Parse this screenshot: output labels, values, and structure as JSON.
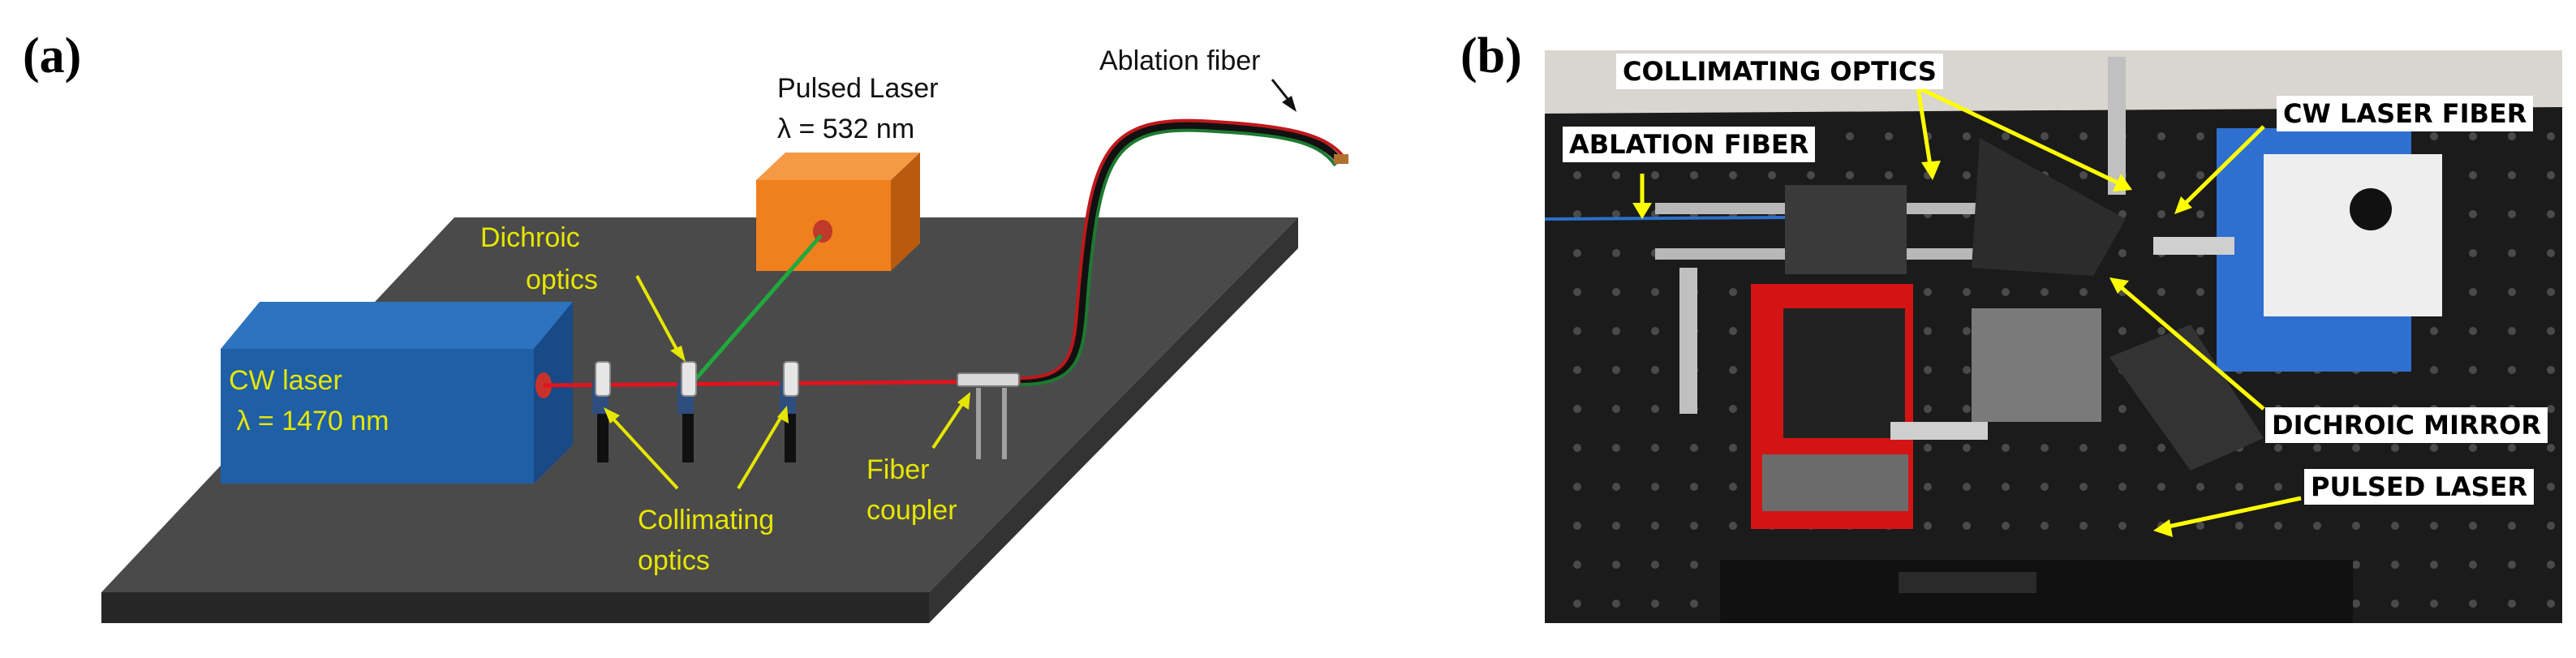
{
  "panel_a": {
    "label": "(a)",
    "labels": {
      "pulsed_laser": "Pulsed Laser",
      "pulsed_wavelength": "λ = 532 nm",
      "ablation_fiber": "Ablation fiber",
      "dichroic_1": "Dichroic",
      "dichroic_2": "optics",
      "cw_laser": "CW laser",
      "cw_wavelength": " λ = 1470 nm",
      "collimating_1": "Collimating",
      "collimating_2": "optics",
      "fiber_1": "Fiber",
      "fiber_2": "coupler"
    },
    "colors": {
      "table_top": "#4a4a4a",
      "table_side": "#262626",
      "cw_laser_front": "#1f5fa6",
      "pulsed_laser_front": "#f07f1e",
      "cw_beam": "#e0141e",
      "pulsed_beam": "#1fa93c",
      "label_yellow": "#e6e600"
    }
  },
  "panel_b": {
    "label": "(b)",
    "tags": {
      "collimating_optics": "COLLIMATING OPTICS",
      "ablation_fiber": "ABLATION FIBER",
      "cw_laser_fiber": "CW LASER FIBER",
      "dichroic_mirror": "DICHROIC MIRROR",
      "pulsed_laser": "PULSED LASER"
    },
    "colors": {
      "breadboard": "#1b1b1b",
      "arrow": "#ffff00",
      "red_mount": "#d41414",
      "blue_mount": "#2f6fd0"
    }
  }
}
